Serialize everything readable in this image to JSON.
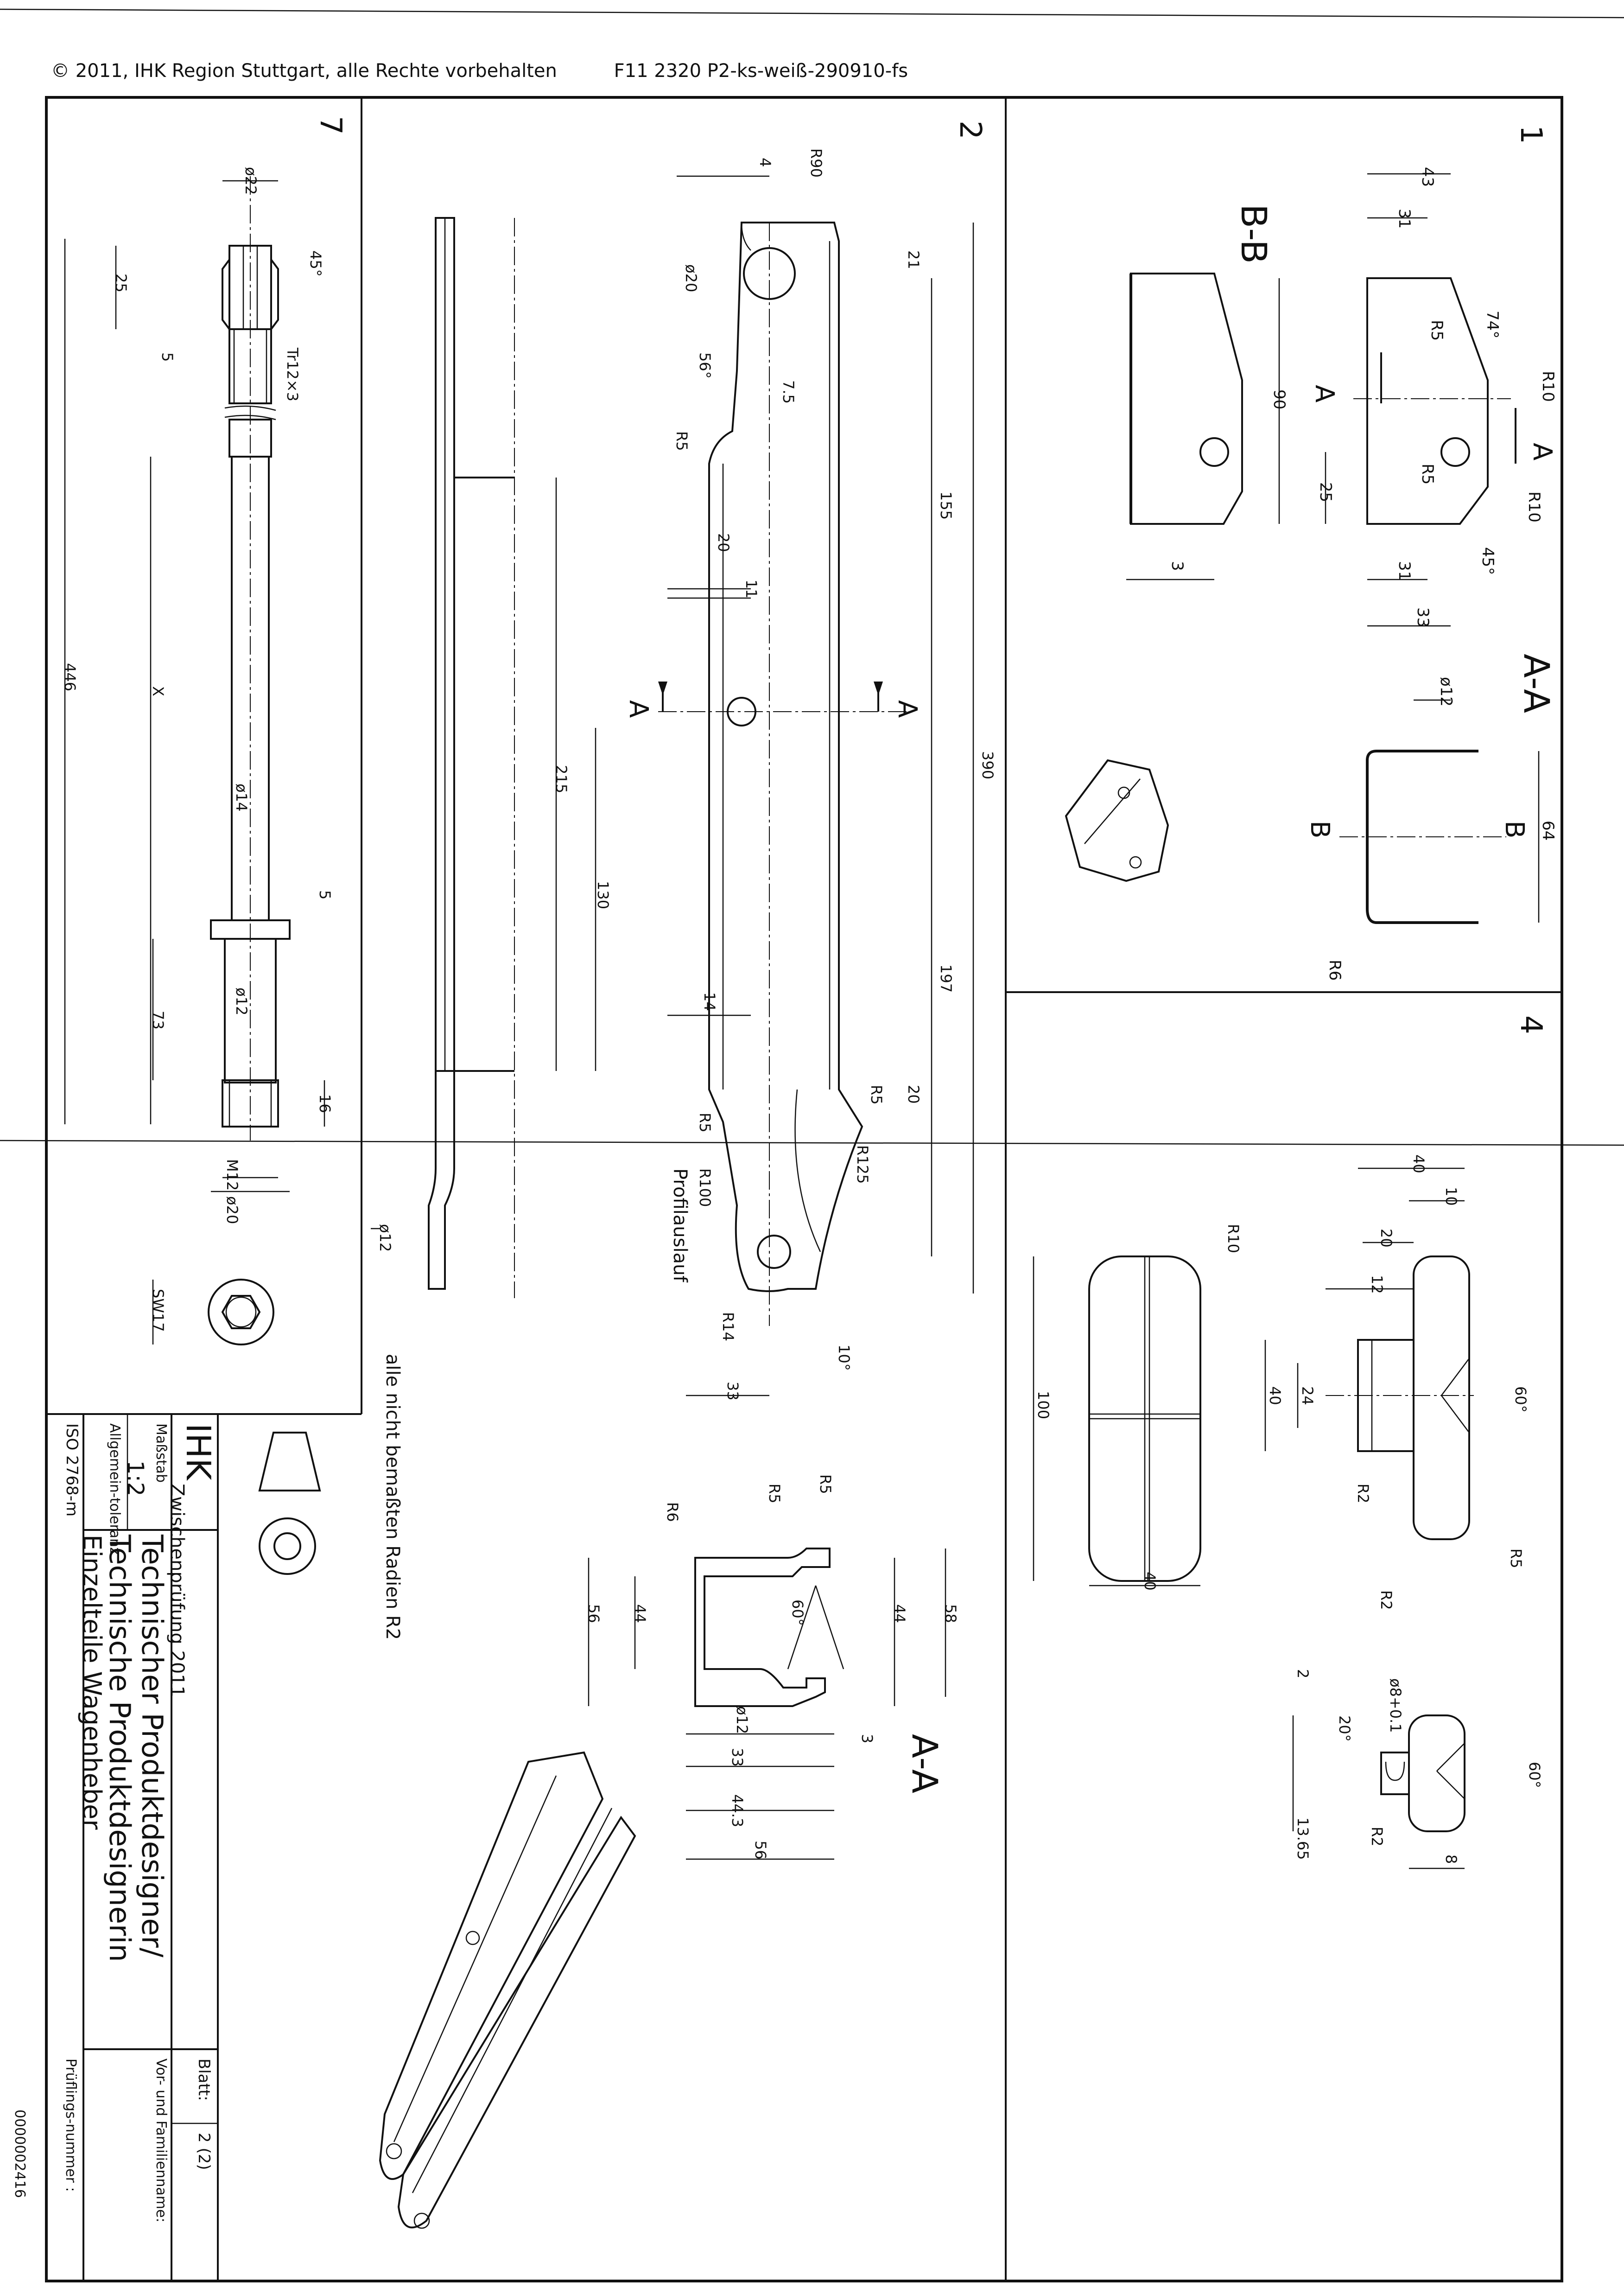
{
  "header": {
    "copyright": "© 2011, IHK Region Stuttgart, alle Rechte vorbehalten",
    "code": "F11 2320 P2-ks-weiß-290910-fs"
  },
  "views": {
    "n1": "1",
    "n2": "2",
    "n4": "4",
    "n7": "7",
    "section_bb": "B-B",
    "section_aa": "A-A",
    "section_aa2": "A-A",
    "cut_a": "A",
    "cut_b": "B",
    "profilauslauf": "Profilauslauf",
    "note_radii": "alle nicht bemaßten Radien R2"
  },
  "dims": {
    "p1": [
      "43",
      "31",
      "R5",
      "74°",
      "R10",
      "90",
      "25",
      "R5",
      "R10",
      "45°",
      "31",
      "33",
      "3",
      "ø12",
      "64",
      "R6"
    ],
    "p2": [
      "4",
      "R90",
      "ø20",
      "21",
      "56°",
      "7.5",
      "R5",
      "155",
      "20",
      "11",
      "390",
      "215",
      "130",
      "197",
      "14",
      "R5",
      "20",
      "R125",
      "R5",
      "R100",
      "ø12",
      "R14",
      "10°",
      "33"
    ],
    "p2aa": [
      "R6",
      "R5",
      "R5",
      "56",
      "44",
      "60°",
      "44",
      "58",
      "ø12",
      "33",
      "3",
      "44.3",
      "56"
    ],
    "p4": [
      "40",
      "10",
      "20",
      "R10",
      "12",
      "100",
      "40",
      "24",
      "60°",
      "R2",
      "R5",
      "40",
      "R2",
      "2",
      "ø8+0.1",
      "20°",
      "60°",
      "13.65",
      "R2",
      "8"
    ],
    "p7": [
      "ø22",
      "45°",
      "25",
      "5",
      "Tr12×3",
      "446",
      "X",
      "ø14",
      "5",
      "ø12",
      "73",
      "16",
      "M12",
      "ø20",
      "SW17"
    ]
  },
  "title_block": {
    "ihk": "IHK",
    "exam": "Zwischenprüfung 2011",
    "scale_label": "Maßstab",
    "scale": "1:2",
    "tolerance_label": "Allgemein-toleranz",
    "tolerance": "ISO 2768-m",
    "profession_line1": "Technischer Produktdesigner/",
    "profession_line2": "Technische Produktdesignerin",
    "part": "Einzelteile Wagenheber",
    "sheet_label": "Blatt:",
    "sheet": "2 (2)",
    "name_label": "Vor- und Familienname:",
    "exam_no_label": "Prüflings-nummer :",
    "doc_no": "0000002416"
  }
}
